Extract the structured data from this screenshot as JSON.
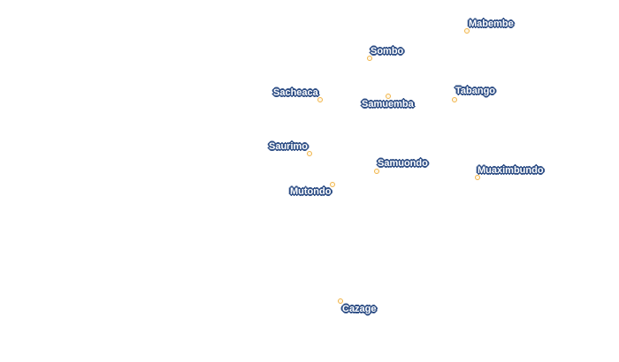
{
  "map": {
    "colors": {
      "background": "#ffffff",
      "marker_fill": "#fff7e6",
      "marker_stroke": "#f0b44a",
      "label_text": "#ffffff",
      "label_halo": "#2f4f86"
    },
    "places": [
      {
        "name": "Mabembe"
      },
      {
        "name": "Sombo"
      },
      {
        "name": "Sacheaca"
      },
      {
        "name": "Samuemba"
      },
      {
        "name": "Tabango"
      },
      {
        "name": "Saurimo"
      },
      {
        "name": "Samuondo"
      },
      {
        "name": "Muaximbundo"
      },
      {
        "name": "Mutondo"
      },
      {
        "name": "Cazage"
      }
    ]
  }
}
